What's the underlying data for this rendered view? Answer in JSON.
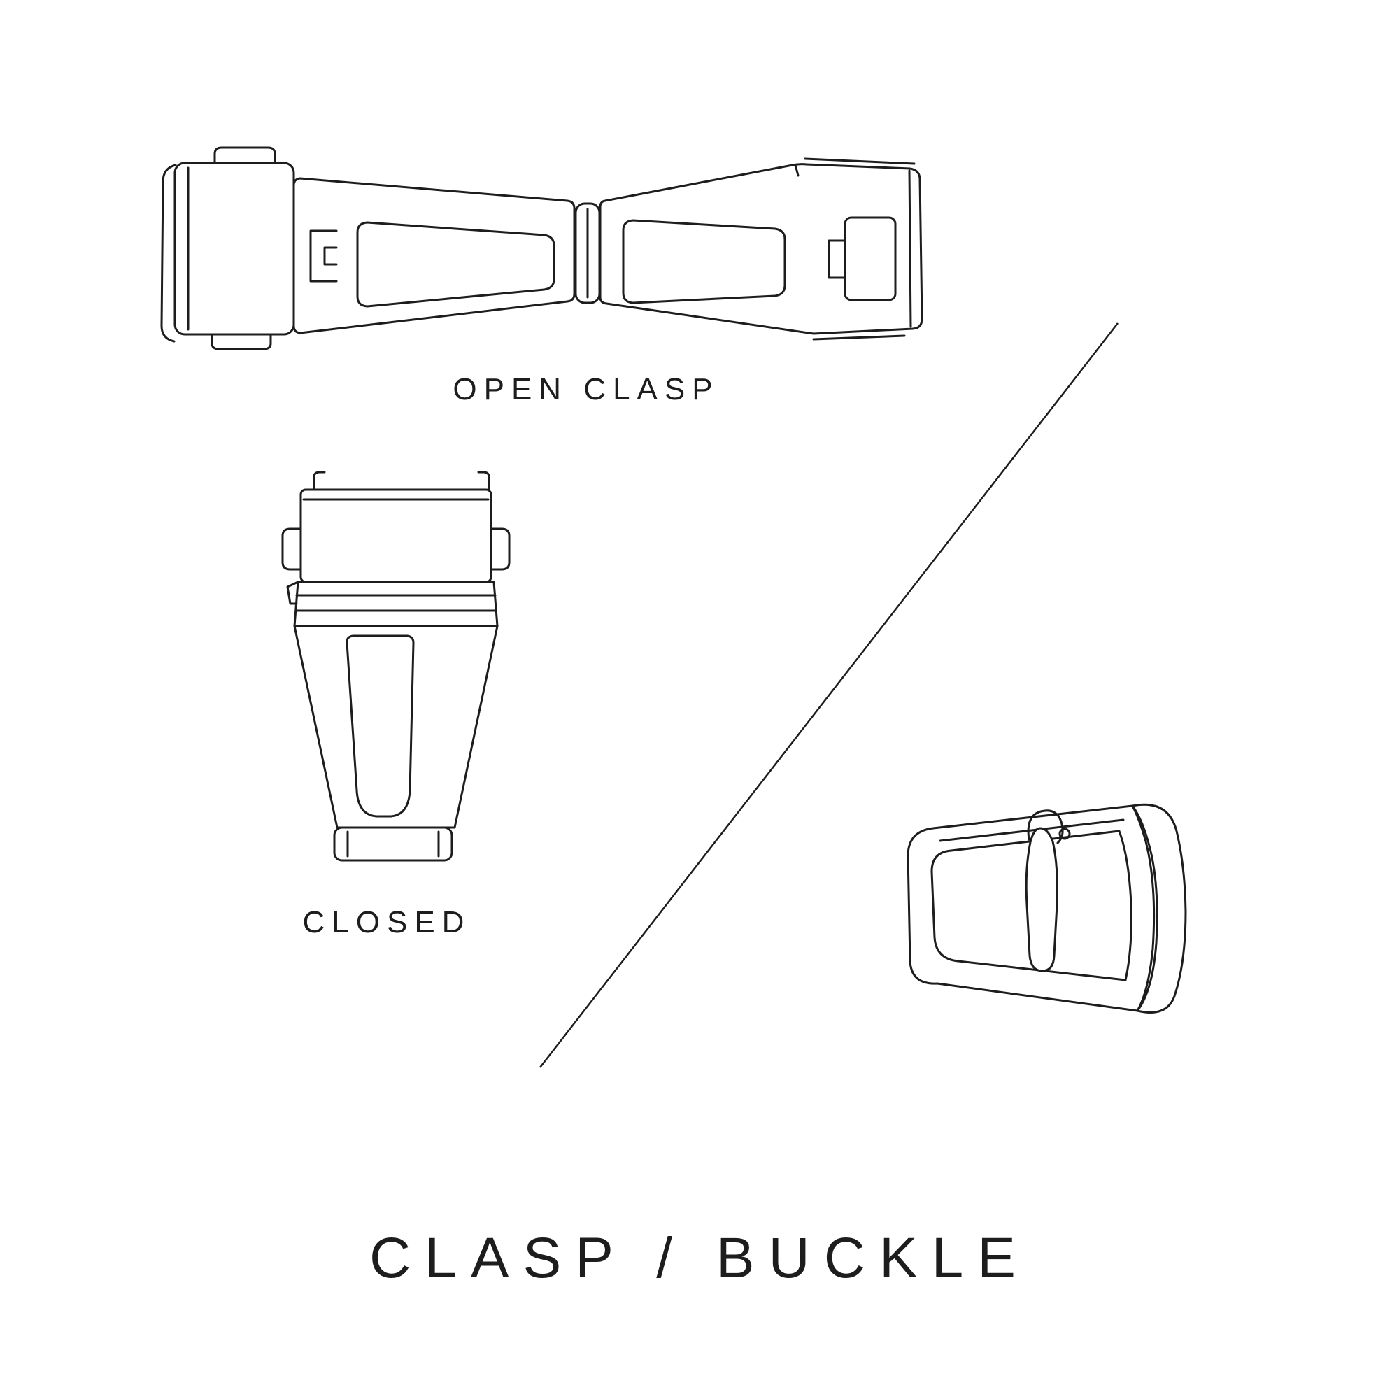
{
  "page": {
    "background": "#ffffff",
    "line_color": "#1d1d1d",
    "text_color": "#1d1d1d"
  },
  "figures": {
    "open_clasp": {
      "label": "OPEN CLASP",
      "icon": "open-clasp-illustration"
    },
    "closed_clasp": {
      "label": "CLOSED",
      "icon": "closed-clasp-illustration"
    },
    "buckle": {
      "icon": "buckle-illustration"
    }
  },
  "divider": {
    "icon": "diagonal-divider-line"
  },
  "title": "CLASP / BUCKLE"
}
